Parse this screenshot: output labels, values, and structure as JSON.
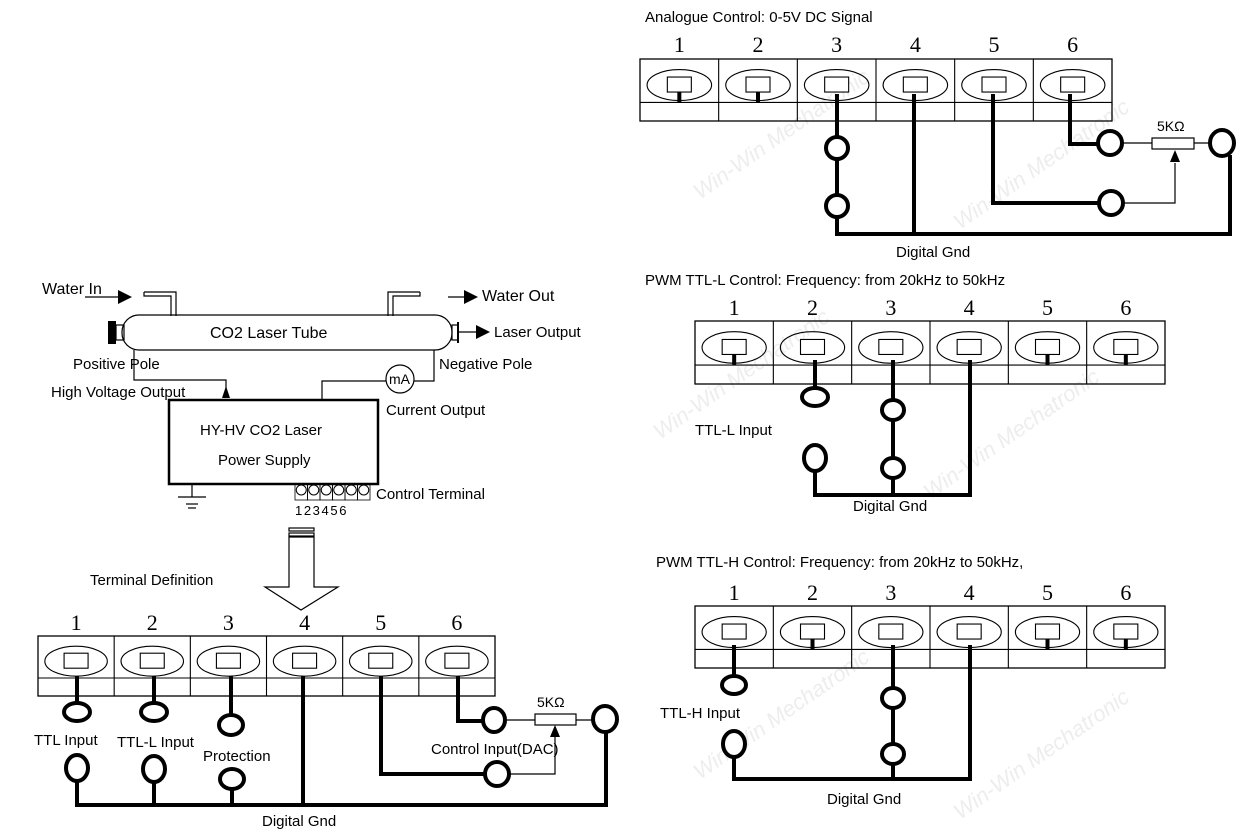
{
  "watermark": "Win-Win Mechatronic",
  "overview": {
    "water_in": "Water In",
    "water_out": "Water Out",
    "tube_label": "CO2 Laser Tube",
    "laser_output": "Laser Output",
    "positive_pole": "Positive Pole",
    "negative_pole": "Negative Pole",
    "high_voltage_output": "High Voltage Output",
    "ammeter": "mA",
    "current_output": "Current Output",
    "psu_line1": "HY-HV CO2 Laser",
    "psu_line2": "Power Supply",
    "control_terminal": "Control Terminal",
    "terminal_numbers": "1 2 3 4 5 6",
    "terminal_definition": "Terminal Definition"
  },
  "terminal_definition": {
    "numbers": [
      "1",
      "2",
      "3",
      "4",
      "5",
      "6"
    ],
    "labels": {
      "ttl_input": "TTL Input",
      "ttl_l_input": "TTL-L Input",
      "protection": "Protection",
      "resistor": "5KΩ",
      "control_input": "Control Input(DAC)",
      "ground": "Digital Gnd"
    }
  },
  "analogue": {
    "title": "Analogue Control: 0-5V DC Signal",
    "numbers": [
      "1",
      "2",
      "3",
      "4",
      "5",
      "6"
    ],
    "resistor": "5KΩ",
    "ground": "Digital Gnd"
  },
  "ttl_l": {
    "title": "PWM TTL-L Control: Frequency: from 20kHz to 50kHz",
    "numbers": [
      "1",
      "2",
      "3",
      "4",
      "5",
      "6"
    ],
    "input_label": "TTL-L Input",
    "ground": "Digital Gnd"
  },
  "ttl_h": {
    "title": "PWM TTL-H Control: Frequency: from 20kHz to 50kHz,",
    "numbers": [
      "1",
      "2",
      "3",
      "4",
      "5",
      "6"
    ],
    "input_label": "TTL-H Input",
    "ground": "Digital Gnd"
  }
}
